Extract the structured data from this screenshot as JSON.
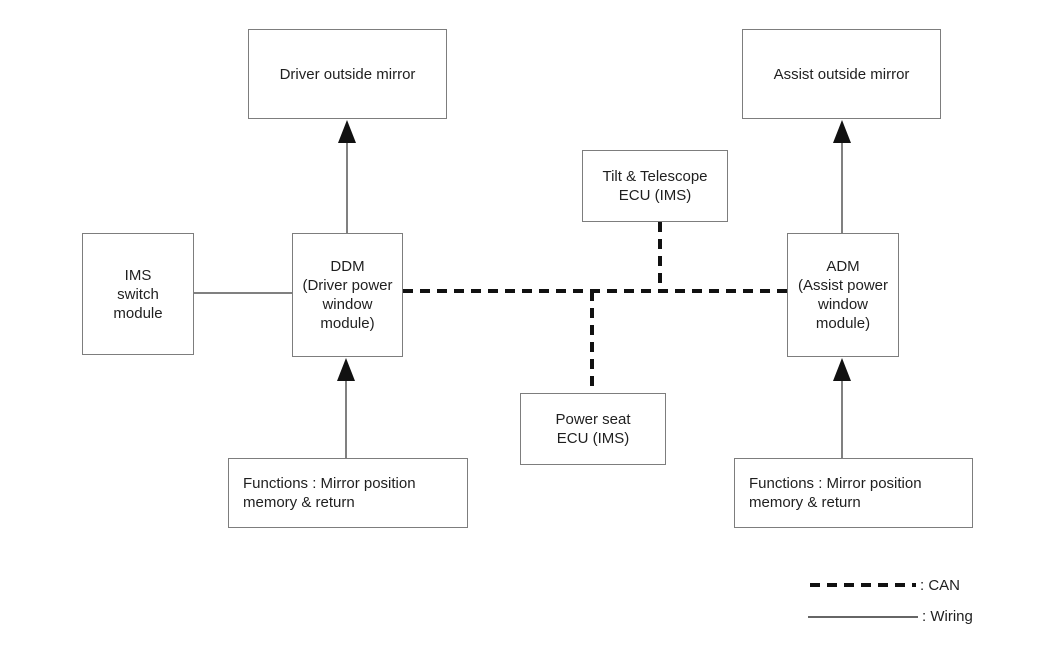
{
  "diagram": {
    "boxes": {
      "driver_outside_mirror": {
        "label": "Driver outside mirror"
      },
      "assist_outside_mirror": {
        "label": "Assist outside mirror"
      },
      "tilt_telescope_ecu": {
        "label": "Tilt & Telescope\nECU (IMS)"
      },
      "ims_switch_module": {
        "label": "IMS\nswitch\nmodule"
      },
      "ddm": {
        "label": "DDM\n(Driver power\nwindow\nmodule)"
      },
      "adm": {
        "label": "ADM\n(Assist power\nwindow\nmodule)"
      },
      "power_seat_ecu": {
        "label": "Power seat\nECU (IMS)"
      },
      "functions_left": {
        "label": "Functions : Mirror position\nmemory & return"
      },
      "functions_right": {
        "label": "Functions : Mirror position\nmemory & return"
      }
    },
    "legend": {
      "can_label": ": CAN",
      "wiring_label": ": Wiring"
    },
    "colors": {
      "box_border": "#7d7d7d",
      "wiring_line": "#808080",
      "can_line": "#111111",
      "arrowhead": "#111111",
      "text": "#1f1f1f",
      "background": "#ffffff"
    },
    "connections": [
      {
        "from": "ddm",
        "to": "driver_outside_mirror",
        "type": "wiring",
        "arrow": "to"
      },
      {
        "from": "adm",
        "to": "assist_outside_mirror",
        "type": "wiring",
        "arrow": "to"
      },
      {
        "from": "functions_left",
        "to": "ddm",
        "type": "wiring",
        "arrow": "to"
      },
      {
        "from": "functions_right",
        "to": "adm",
        "type": "wiring",
        "arrow": "to"
      },
      {
        "from": "ims_switch_module",
        "to": "ddm",
        "type": "wiring",
        "arrow": "none"
      },
      {
        "from": "ddm",
        "to": "adm",
        "type": "can",
        "arrow": "none"
      },
      {
        "from": "tilt_telescope_ecu",
        "to": "can_bus",
        "type": "can",
        "arrow": "none"
      },
      {
        "from": "power_seat_ecu",
        "to": "can_bus",
        "type": "can",
        "arrow": "none"
      }
    ]
  }
}
